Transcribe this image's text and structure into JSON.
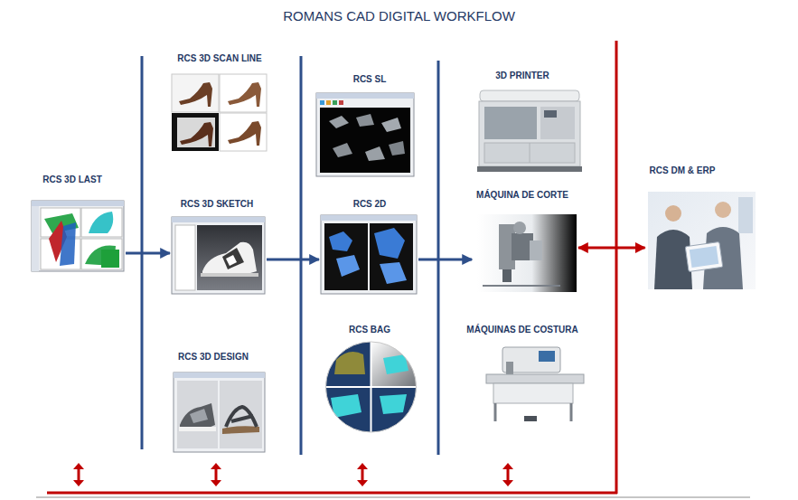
{
  "diagram": {
    "title": "ROMANS CAD DIGITAL WORKFLOW",
    "nodes": [
      {
        "text": [
          "RCS 3D LAST"
        ]
      },
      {
        "text": [
          "RCS 3D SCAN LINE"
        ]
      },
      {
        "text": [
          "RCS 3D SKETCH"
        ]
      },
      {
        "text": [
          "RCS 3D DESIGN"
        ]
      },
      {
        "text": [
          "RCS SL"
        ]
      },
      {
        "text": [
          "RCS 2D"
        ]
      },
      {
        "text": [
          "RCS BAG"
        ]
      },
      {
        "text": [
          "3D PRINTER"
        ]
      },
      {
        "text": [
          "MÁQUINA DE CORTE"
        ]
      },
      {
        "text": [
          "MÁQUINAS DE COSTURA"
        ]
      },
      {
        "text": [
          "RCS DM & ERP"
        ]
      }
    ],
    "edges": [
      {
        "from": 0,
        "to": 2,
        "arrow": "to"
      },
      {
        "from": 2,
        "to": 5,
        "arrow": "to"
      },
      {
        "from": 5,
        "to": 8,
        "arrow": "to"
      },
      {
        "from": 8,
        "to": 10,
        "arrow": "both"
      }
    ]
  }
}
